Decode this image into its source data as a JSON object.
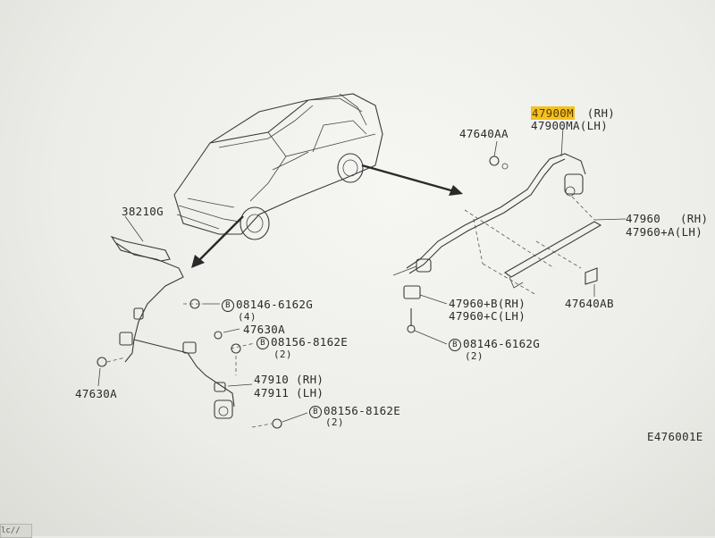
{
  "parts": {
    "p_47900m": "47900M",
    "p_47900m_side": "(RH)",
    "p_47900ma": "47900MA(LH)",
    "p_47640aa": "47640AA",
    "p_47960": "47960",
    "p_47960_side": "(RH)",
    "p_47960a": "47960+A(LH)",
    "p_47640ab": "47640AB",
    "p_47960b": "47960+B(RH)",
    "p_47960c": "47960+C(LH)",
    "p_bolt_right": "08146-6162G",
    "p_bolt_right_qty": "(2)",
    "p_38210g": "38210G",
    "p_bolt_left1": "08146-6162G",
    "p_bolt_left1_qty": "(4)",
    "p_47630a_top": "47630A",
    "p_bolt_left2": "08156-8162E",
    "p_bolt_left2_qty": "(2)",
    "p_47630a_left": "47630A",
    "p_47910": "47910 (RH)",
    "p_47911": "47911 (LH)",
    "p_bolt_left3": "08156-8162E",
    "p_bolt_left3_qty": "(2)",
    "diagram_code": "E476001E",
    "bolt_symbol": "B",
    "corner_text": "lc//"
  },
  "colors": {
    "highlight": "#f4c21f",
    "line": "#3a3a3a"
  }
}
